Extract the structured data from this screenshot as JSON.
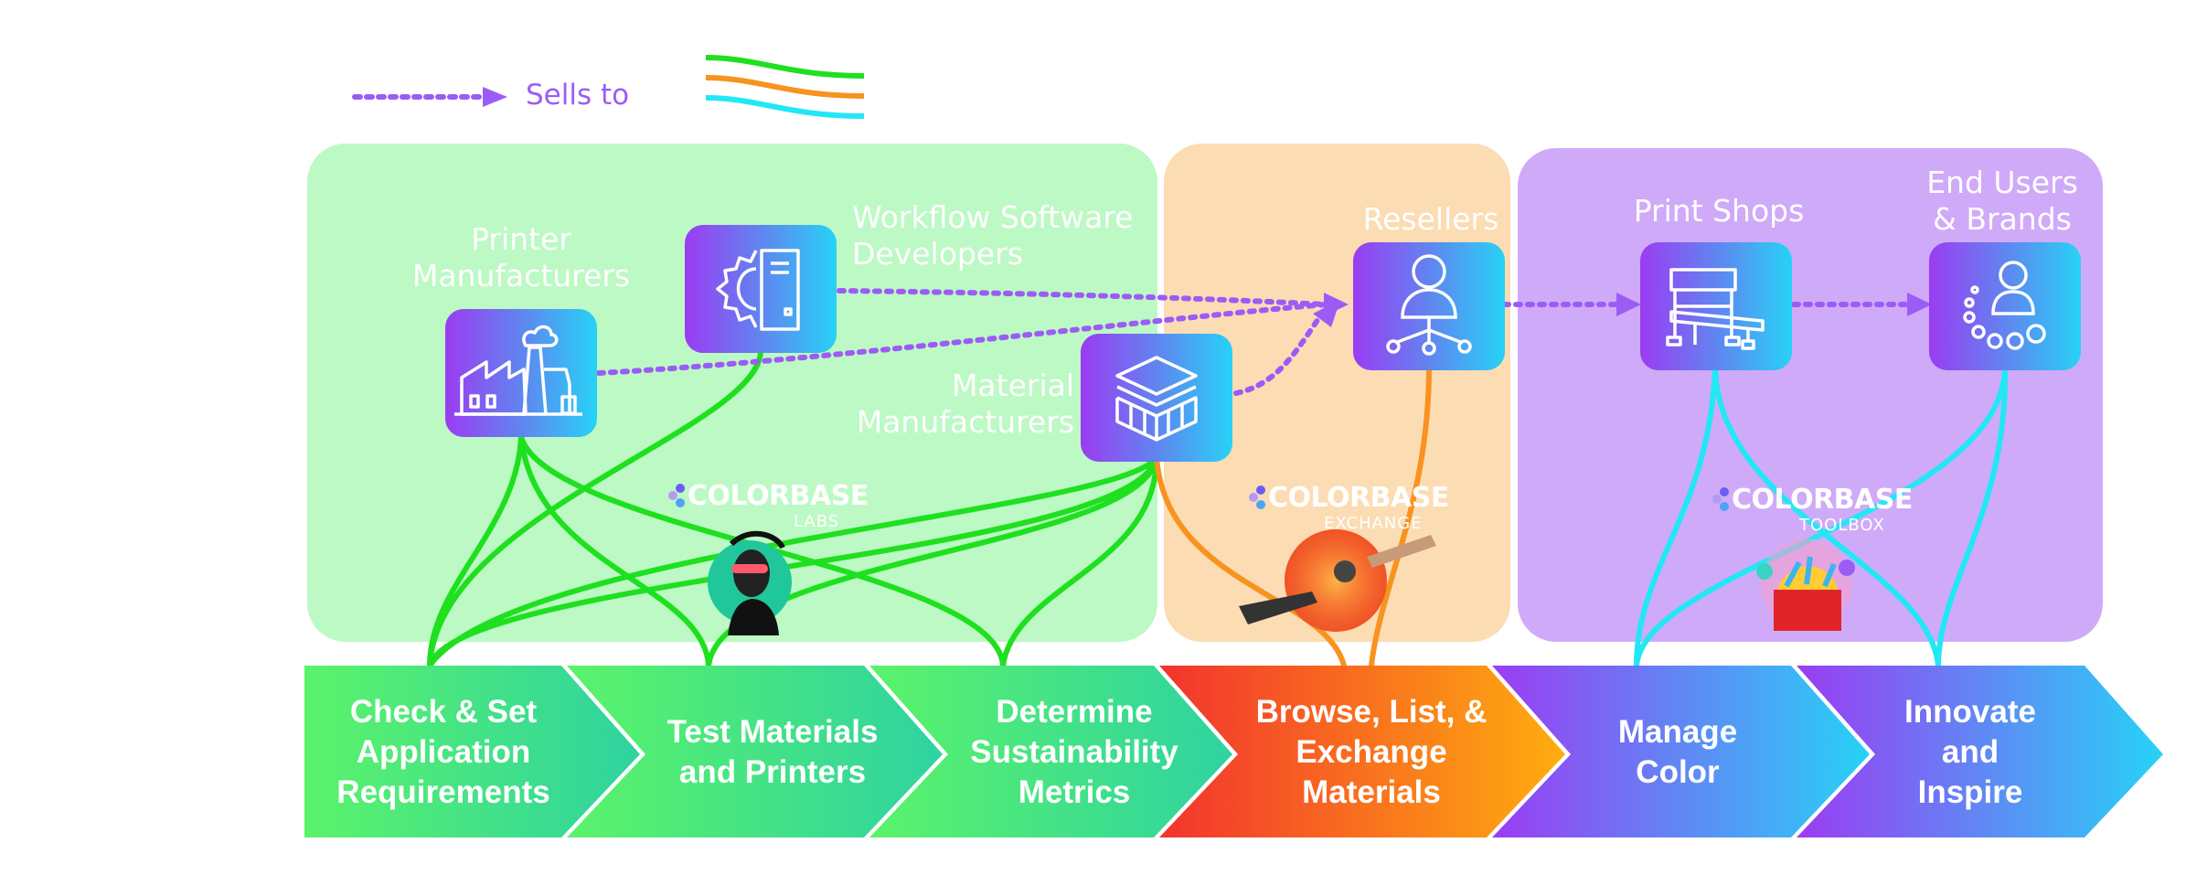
{
  "legend": {
    "sells_to": "Sells to"
  },
  "actors": {
    "printer_manufacturers": "Printer\nManufacturers",
    "workflow_software_developers": "Workflow Software\nDevelopers",
    "material_manufacturers": "Material\nManufacturers",
    "resellers": "Resellers",
    "print_shops": "Print Shops",
    "end_users": "End Users\n& Brands"
  },
  "products": {
    "labs": {
      "name": "COLORBASE",
      "sub": "LABS"
    },
    "exchange": {
      "name": "COLORBASE",
      "sub": "EXCHANGE"
    },
    "toolbox": {
      "name": "COLORBASE",
      "sub": "TOOLBOX"
    }
  },
  "steps": [
    {
      "label": "Check & Set\nApplication\nRequirements"
    },
    {
      "label": "Test Materials\nand Printers"
    },
    {
      "label": "Determine\nSustainability\nMetrics"
    },
    {
      "label": "Browse, List, &\nExchange\nMaterials"
    },
    {
      "label": "Manage\nColor"
    },
    {
      "label": "Innovate\nand\nInspire"
    }
  ],
  "colors": {
    "labs_zone": "#bdf9c4",
    "exchange_zone": "#fcdcb3",
    "toolbox_zone": "#cfaaf8",
    "green_line": "#1fe01f",
    "orange_line": "#f7931e",
    "cyan_line": "#22e7f5",
    "sells_to_arrow": "#9b5cf6"
  },
  "icons": {
    "printer_manufacturers": "factory-icon",
    "workflow_software_developers": "gear-computer-icon",
    "material_manufacturers": "layers-icon",
    "resellers": "distribution-person-icon",
    "print_shops": "print-table-icon",
    "end_users": "person-circles-icon"
  }
}
